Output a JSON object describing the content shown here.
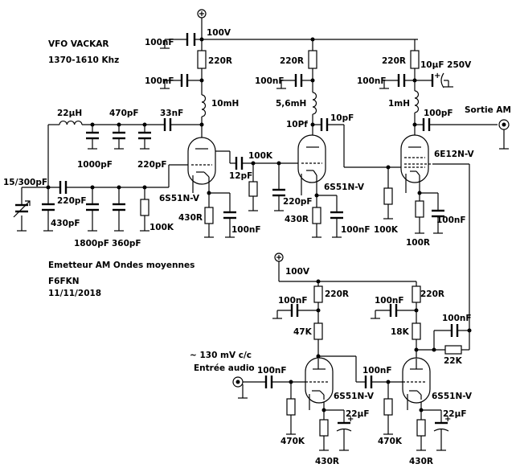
{
  "header": {
    "title": "VFO VACKAR",
    "freq": "1370-1610 Khz",
    "description": "Emetteur AM Ondes moyennes",
    "callsign": "F6FKN",
    "date": "11/11/2018"
  },
  "supply": {
    "v100_top": "100V",
    "v100_bottom": "100V"
  },
  "io": {
    "output": "Sortie AM",
    "input_level": "~ 130 mV c/c",
    "input": "Entrée audio"
  },
  "tubes": {
    "t1": "6S51N-V",
    "t2": "6S51N-V",
    "t3": "6E12N-V",
    "t4": "6S51N-V",
    "t5": "6S51N-V"
  },
  "components": {
    "c_100nF_top": "100nF",
    "r_220R_t1": "220R",
    "c_100nF_t1": "100nF",
    "l_10mH": "10mH",
    "r_220R_t2": "220R",
    "c_100nF_t2": "100nF",
    "l_56mH": "5,6mH",
    "c_10pf_node": "10Pf",
    "c_10pF": "10pF",
    "r_220R_t3": "220R",
    "c_10uF_250V": "10µF 250V",
    "c_100nF_t3": "100nF",
    "l_1mH": "1mH",
    "c_100pF_out": "100pF",
    "l_22uH": "22µH",
    "c_470pF": "470pF",
    "c_33nF": "33nF",
    "c_1000pF": "1000pF",
    "c_220pF_a": "220pF",
    "r_100K_mid": "100K",
    "c_12pF": "12pF",
    "c_15_300pF": "15/300pF",
    "c_220pF_b": "220pF",
    "c_430pF_a": "430pF",
    "c_1800pF": "1800pF",
    "c_360pF": "360pF",
    "r_100K_a": "100K",
    "r_430R_t1": "430R",
    "c_100nF_k1": "100nF",
    "c_220pF_c": "220pF",
    "r_430R_t2": "430R",
    "c_100nF_k2": "100nF",
    "r_100K_b": "100K",
    "r_100R": "100R",
    "c_100nF_k3": "100nF",
    "r_220R_t4": "220R",
    "c_100nF_t4": "100nF",
    "r_47K": "47K",
    "r_220R_t5": "220R",
    "c_100nF_t5": "100nF",
    "r_18K": "18K",
    "c_100nF_fb": "100nF",
    "r_22K": "22K",
    "c_100nF_in": "100nF",
    "c_100nF_cpl": "100nF",
    "r_470K_a": "470K",
    "r_430R_t4": "430R",
    "c_22uF_a": "22µF",
    "r_470K_b": "470K",
    "r_430R_t5": "430R",
    "c_22uF_b": "22µF"
  }
}
